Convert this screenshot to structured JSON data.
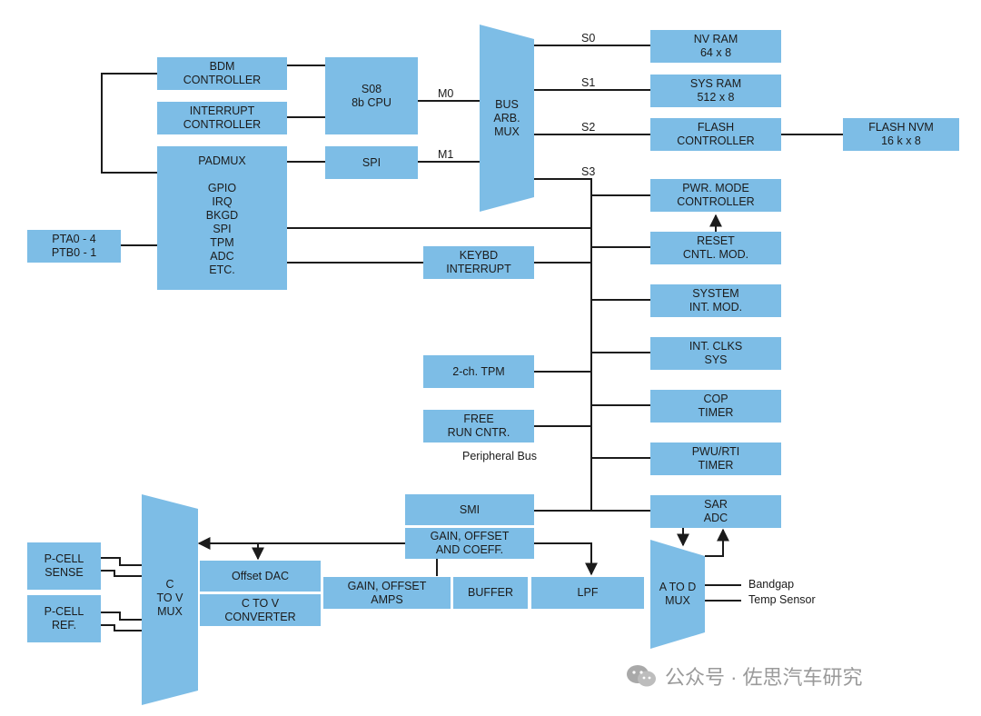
{
  "blocks": {
    "bdm": "BDM\nCONTROLLER",
    "interrupt": "INTERRUPT\nCONTROLLER",
    "padmux": "PADMUX\n\nGPIO\nIRQ\nBKGD\nSPI\nTPM\nADC\nETC.",
    "cpu": "S08\n8b CPU",
    "spi": "SPI",
    "bus_arb": "BUS\nARB.\nMUX",
    "nv_ram": "NV RAM\n64 x 8",
    "sys_ram": "SYS RAM\n512 x 8",
    "flash_ctrl": "FLASH\nCONTROLLER",
    "flash_nvm": "FLASH NVM\n16 k x 8",
    "pwr_mode": "PWR. MODE\nCONTROLLER",
    "reset": "RESET\nCNTL. MOD.",
    "system_int": "SYSTEM\nINT. MOD.",
    "int_clks": "INT. CLKS\nSYS",
    "cop": "COP\nTIMER",
    "pwu_rti": "PWU/RTI\nTIMER",
    "sar_adc": "SAR\nADC",
    "pta_ptb": "PTA0 - 4\nPTB0 - 1",
    "keybd": "KEYBD\nINTERRUPT",
    "tpm": "2-ch. TPM",
    "free_run": "FREE\nRUN CNTR.",
    "smi": "SMI",
    "gain_coeff": "GAIN, OFFSET\nAND COEFF.",
    "offset_dac": "Offset DAC",
    "c_to_v_conv": "C TO V\nCONVERTER",
    "gain_amps": "GAIN, OFFSET\nAMPS",
    "buffer": "BUFFER",
    "lpf": "LPF",
    "pcell_sense": "P-CELL\nSENSE",
    "pcell_ref": "P-CELL\nREF.",
    "c_to_v_mux": "C\nTO V\nMUX",
    "a_to_d_mux": "A TO D\nMUX"
  },
  "labels": {
    "m0": "M0",
    "m1": "M1",
    "s0": "S0",
    "s1": "S1",
    "s2": "S2",
    "s3": "S3",
    "peripheral_bus": "Peripheral Bus",
    "bandgap": "Bandgap",
    "temp_sensor": "Temp Sensor"
  },
  "watermark": "公众号 · 佐思汽车研究",
  "colors": {
    "block": "#7dbde6",
    "line": "#1b1b1b",
    "watermark": "#9a9a9a"
  }
}
